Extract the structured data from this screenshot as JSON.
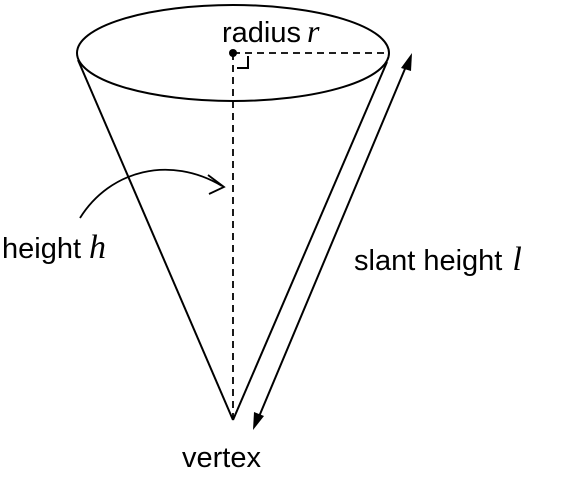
{
  "labels": {
    "radius": {
      "word": "radius",
      "symbol": "r"
    },
    "height": {
      "word": "height",
      "symbol": "h"
    },
    "slant_height": {
      "word": "slant height",
      "symbol": "l"
    },
    "vertex": {
      "word": "vertex"
    }
  }
}
